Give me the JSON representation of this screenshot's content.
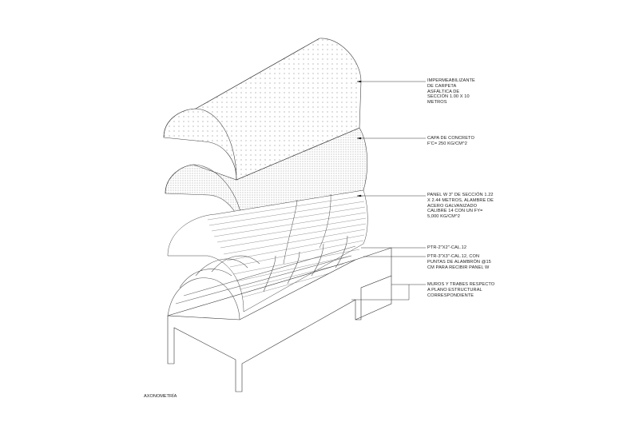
{
  "diagram": {
    "title": "AXONOMETRÍA",
    "type": "exploded axonometric architectural drawing",
    "colors": {
      "line": "#333333",
      "background": "#ffffff",
      "text": "#222222"
    },
    "annotations": [
      {
        "id": "waterproofing",
        "text": "IMPERMEABILIZANTE\nDE CARPETA\nASFÁLTICA DE\nSECCIÓN 1.00 X 10\nMETROS"
      },
      {
        "id": "concrete",
        "text": "CAPA DE CONCRETO\nF'C= 250 KG/CM^2"
      },
      {
        "id": "panel-w",
        "text": "PANEL W 3\" DE SECCIÓN 1.22\nX 2.44 METROS, ALAMBRE DE\nACERO GALVANIZADO\nCALIBRE 14 CON UN FY=\n5,000 KG/CM^2"
      },
      {
        "id": "ptr-2x2",
        "text": "PTR-2\"X2\"-CAL.12"
      },
      {
        "id": "ptr-3x3",
        "text": "PTR-3\"X3\"-CAL.12, CON\nPUNTAS DE ALAMBRÓN @15\nCM PARA RECIBIR PANEL W"
      },
      {
        "id": "walls-beams",
        "text": "MUROS Y TRABES RESPECTO\nA PLANO ESTRUCTURAL\nCORRESPONDIENTE"
      }
    ]
  }
}
